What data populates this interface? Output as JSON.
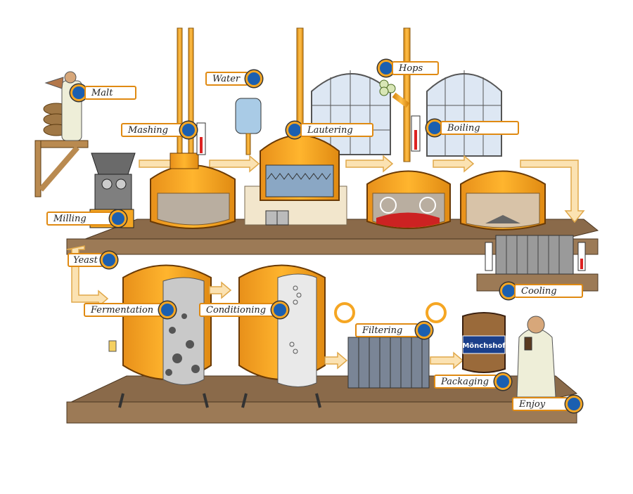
{
  "labels": {
    "malt": "Malt",
    "water": "Water",
    "hops": "Hops",
    "mashing": "Mashing",
    "lautering": "Lautering",
    "boiling": "Boiling",
    "milling": "Milling",
    "yeast": "Yeast",
    "cooling": "Cooling",
    "fermentation": "Fermentation",
    "conditioning": "Conditioning",
    "filtering": "Filtering",
    "packaging": "Packaging",
    "enjoy": "Enjoy",
    "barrel_brand": "Mönchshof"
  },
  "colors": {
    "copper": "#f5a623",
    "copper_dark": "#c87a10",
    "shelf": "#8a6a4a",
    "wort": "#d8c3a8",
    "marker": "#1b5fb0"
  }
}
